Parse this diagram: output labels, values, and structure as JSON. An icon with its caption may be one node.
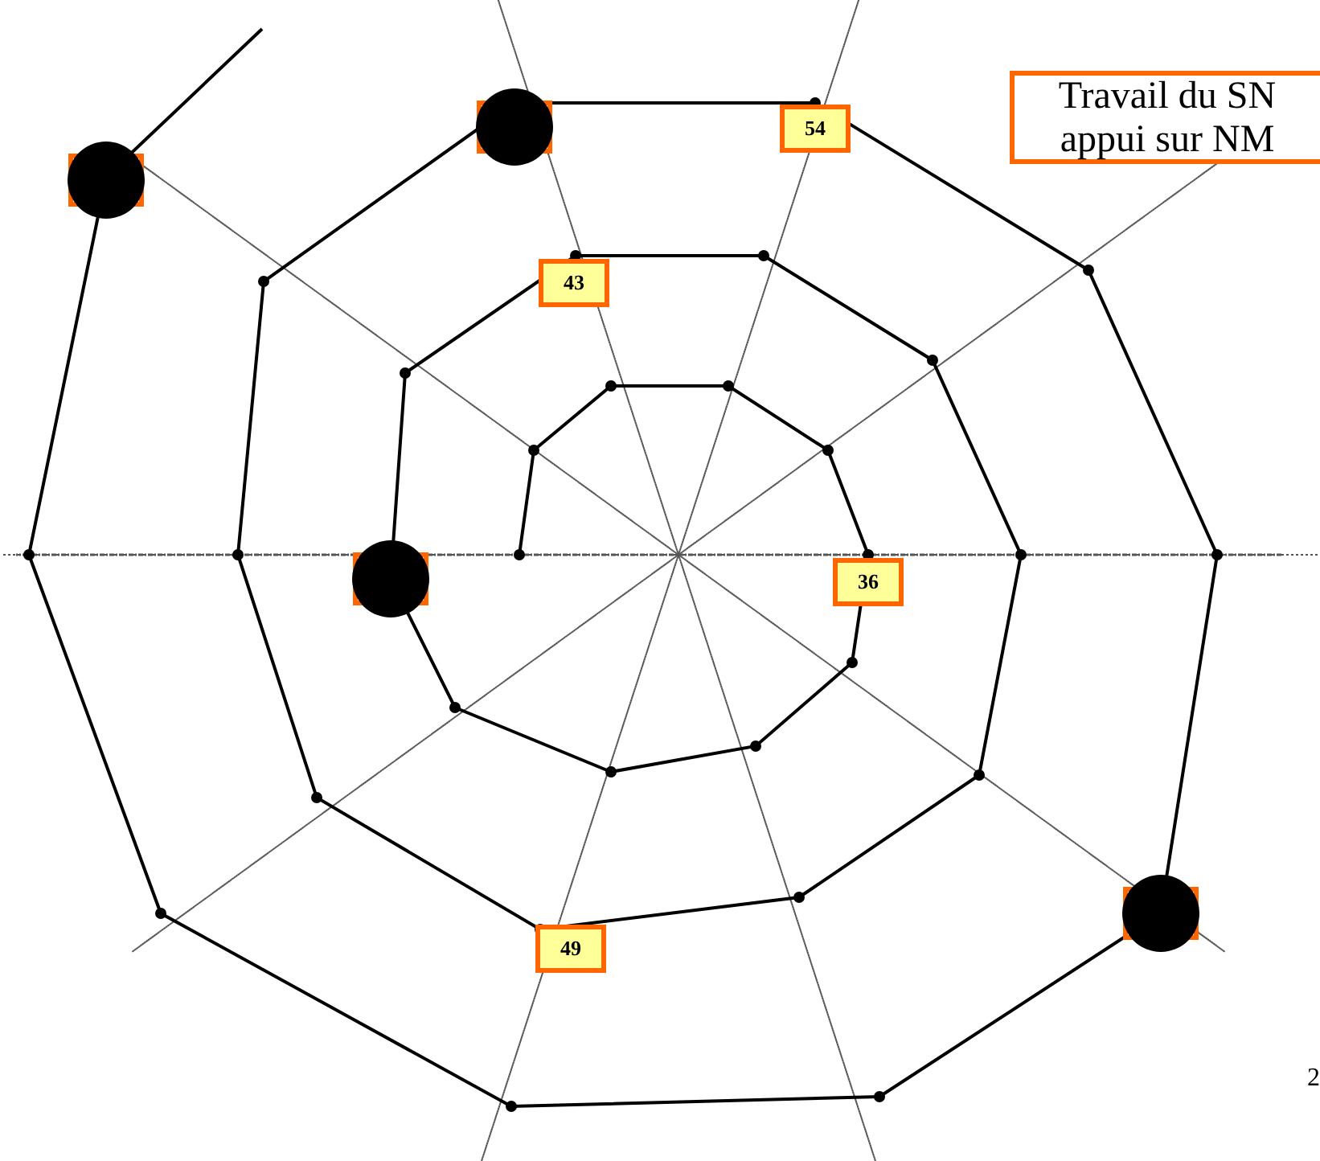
{
  "diagram": {
    "labels": [
      "Travail du SN appui sur NM",
      "54",
      "43",
      "36",
      "49",
      "2"
    ]
  }
}
